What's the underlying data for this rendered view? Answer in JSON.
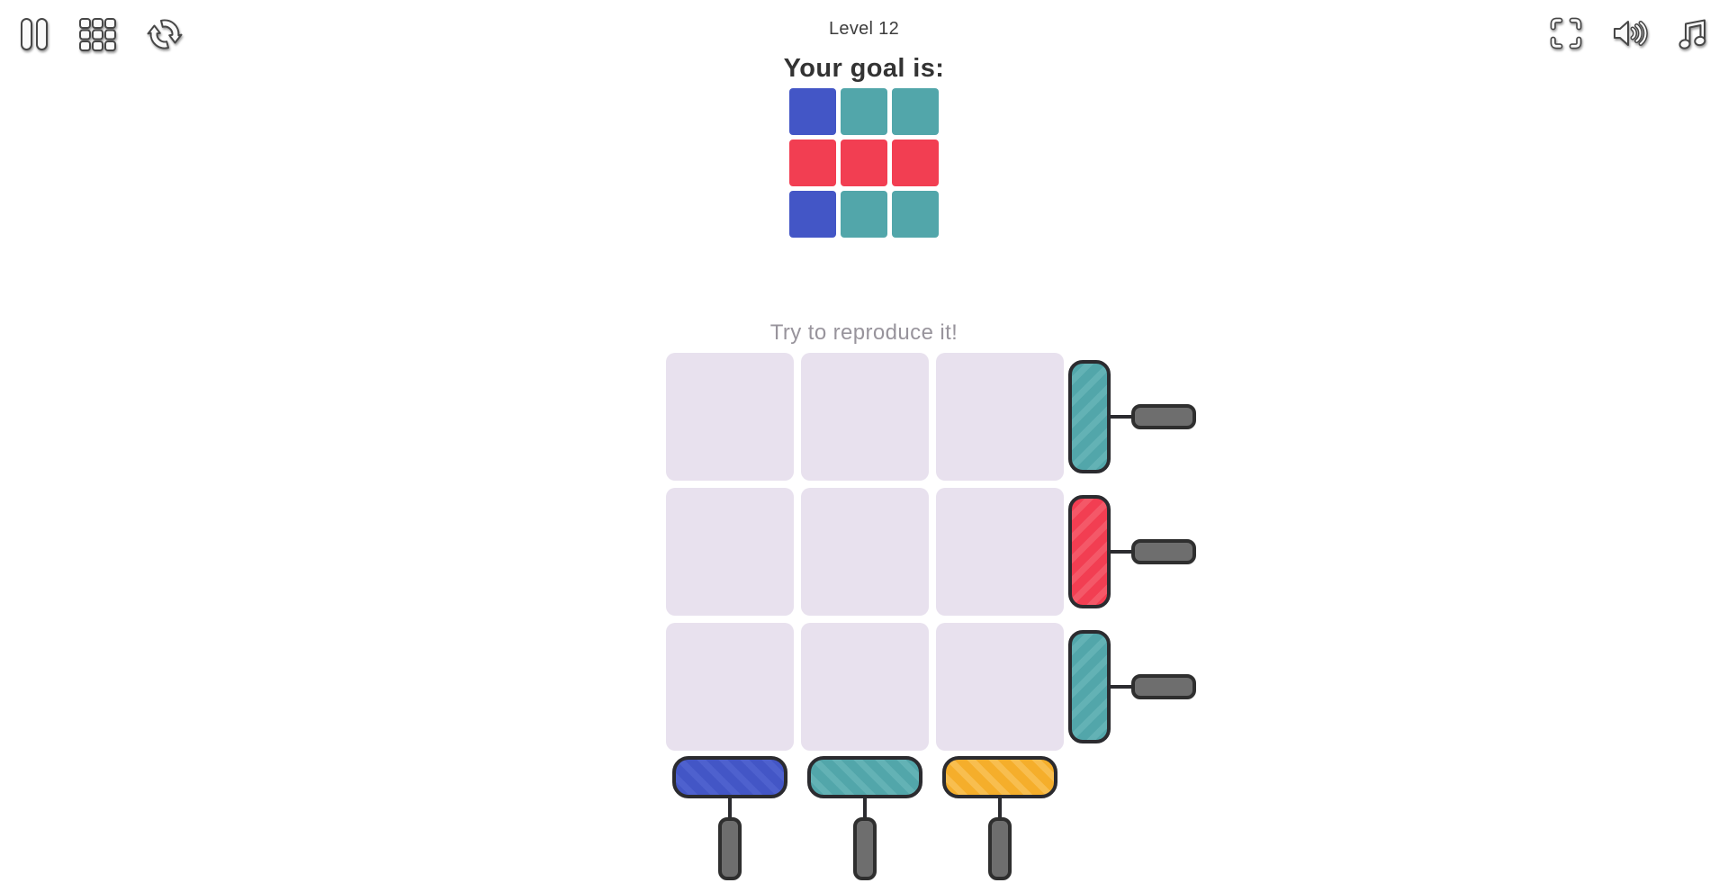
{
  "title": "Level 12",
  "goal": {
    "heading": "Your goal is:",
    "cells": [
      [
        "blue",
        "teal",
        "teal"
      ],
      [
        "red",
        "red",
        "red"
      ],
      [
        "blue",
        "teal",
        "teal"
      ]
    ]
  },
  "board": {
    "heading": "Try to reproduce it!",
    "cells": [
      [
        "empty",
        "empty",
        "empty"
      ],
      [
        "empty",
        "empty",
        "empty"
      ],
      [
        "empty",
        "empty",
        "empty"
      ]
    ]
  },
  "row_plungers": [
    {
      "row": 1,
      "color": "teal"
    },
    {
      "row": 2,
      "color": "red"
    },
    {
      "row": 3,
      "color": "teal"
    }
  ],
  "col_plungers": [
    {
      "col": 1,
      "color": "blue"
    },
    {
      "col": 2,
      "color": "teal"
    },
    {
      "col": 3,
      "color": "yellow"
    }
  ],
  "toolbar_left": [
    "pause-icon",
    "level-select-icon",
    "restart-icon"
  ],
  "toolbar_right": [
    "fullscreen-icon",
    "sound-icon",
    "music-icon"
  ],
  "colors": {
    "blue": "#4356C6",
    "blue_stripe": "#4E61CE",
    "teal": "#52A6AA",
    "teal_stripe": "#63B2B5",
    "red": "#F23E52",
    "red_stripe": "#F45868",
    "yellow": "#F5AE2B",
    "yellow_stripe": "#F8BE4F",
    "empty": "#E8E1EE",
    "handle_gray": "#6E6E6E",
    "outline": "#2B2B2F"
  }
}
